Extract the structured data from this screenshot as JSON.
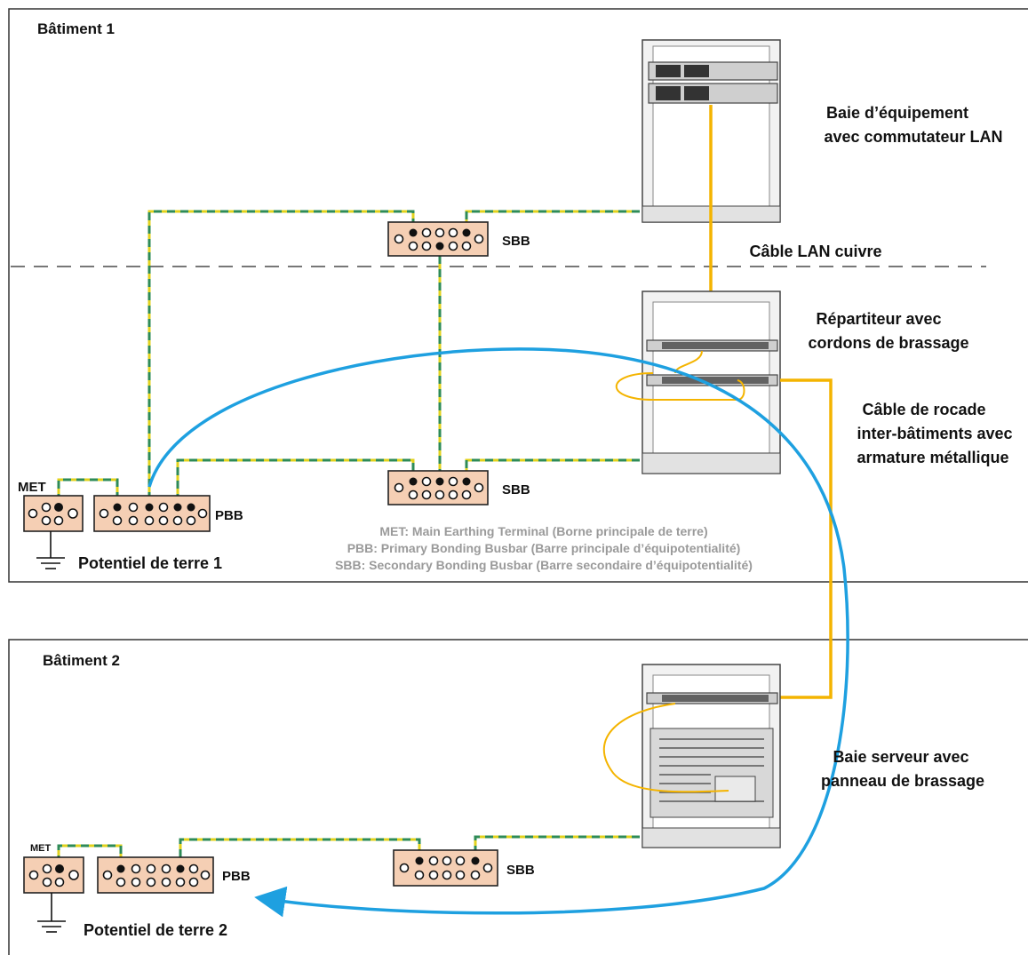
{
  "buildings": [
    {
      "title": "Bâtiment 1",
      "ground_label": "Potentiel de terre 1"
    },
    {
      "title": "Bâtiment 2",
      "ground_label": "Potentiel de terre 2"
    }
  ],
  "bars": {
    "met": "MET",
    "pbb": "PBB",
    "sbb": "SBB"
  },
  "equipment": {
    "rack1_line1": "Baie d’équipement",
    "rack1_line2": "avec commutateur LAN",
    "lan_cable": "Câble LAN cuivre",
    "distributor_line1": "Répartiteur avec",
    "distributor_line2": "cordons de brassage",
    "backbone_line1": "Câble de rocade",
    "backbone_line2": "inter-bâtiments avec",
    "backbone_line3": "armature métallique",
    "server_line1": "Baie serveur avec",
    "server_line2": "panneau de brassage"
  },
  "legend": [
    "MET: Main Earthing Terminal (Borne principale de terre)",
    "PBB: Primary Bonding Busbar (Barre principale d’équipotentialité)",
    "SBB: Secondary Bonding Busbar (Barre secondaire d’équipotentialité)"
  ],
  "colors": {
    "earth_conductor": "#e2d21c",
    "earth_stripe": "#2e8b57",
    "lan_cable": "#f4b400",
    "potential_link": "#1ea0e0",
    "busbar": "#f5cfb4"
  }
}
